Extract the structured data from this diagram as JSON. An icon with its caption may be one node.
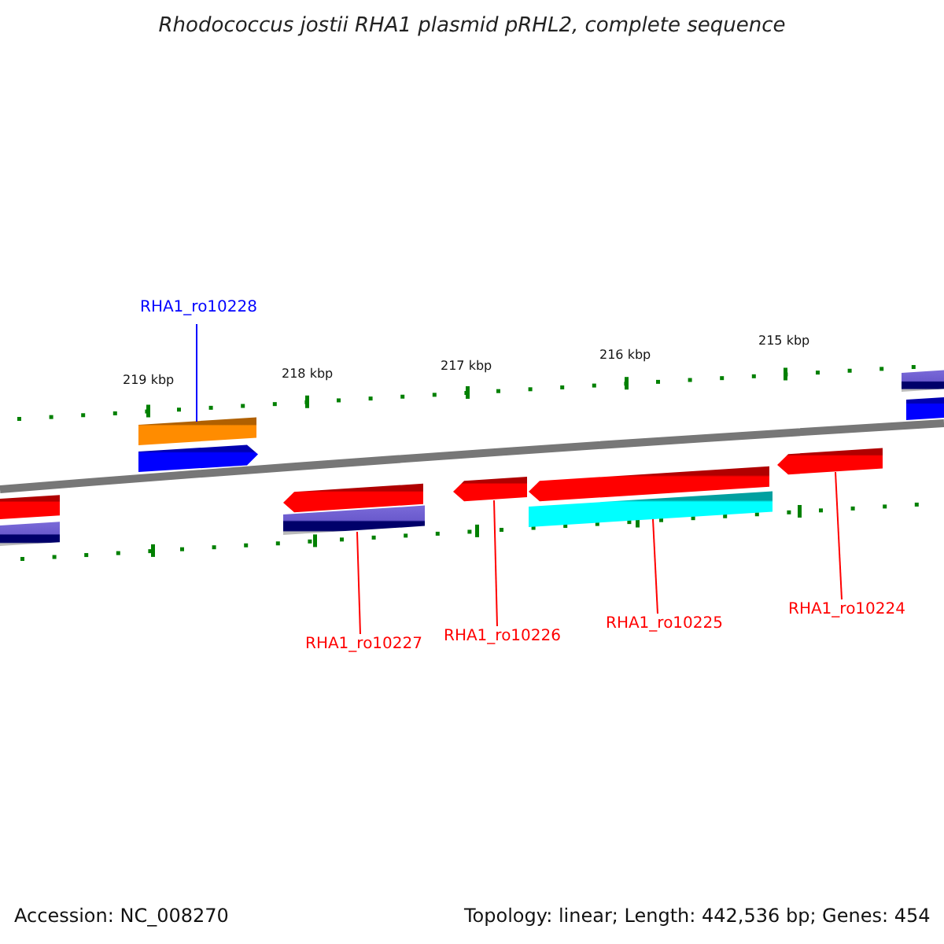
{
  "diagram": {
    "title": "Rhodococcus jostii RHA1 plasmid pRHL2, complete sequence",
    "nodes": [
      {
        "text": [
          "RHA1_ro10228"
        ]
      },
      {
        "text": [],
        "shape": "bar"
      },
      {
        "text": [
          "RHA1_ro10227"
        ]
      },
      {
        "text": [],
        "shape": "arrow"
      },
      {
        "text": [
          "RHA1_ro10226"
        ]
      },
      {
        "text": [],
        "shape": "arrow"
      },
      {
        "text": [
          "RHA1_ro10225"
        ]
      },
      {
        "text": [],
        "shape": "arrow"
      },
      {
        "text": [
          "RHA1_ro10224"
        ]
      },
      {
        "text": [],
        "shape": "arrow"
      },
      {
        "text": [],
        "shape": "arrow"
      },
      {
        "text": [],
        "shape": "bar"
      },
      {
        "text": [],
        "shape": "bar"
      },
      {
        "text": [],
        "shape": "bar"
      },
      {
        "text": [],
        "shape": "bar"
      },
      {
        "text": [],
        "shape": "bar"
      },
      {
        "text": [],
        "shape": "bar"
      }
    ],
    "edges": [
      {
        "from": 0,
        "to": 1,
        "arrow": "none",
        "color": "#0000ff"
      },
      {
        "from": 2,
        "to": 15,
        "arrow": "none"
      },
      {
        "from": 4,
        "to": 5,
        "arrow": "none"
      },
      {
        "from": 6,
        "to": 16,
        "arrow": "none"
      },
      {
        "from": 8,
        "to": 9,
        "arrow": "none"
      }
    ],
    "labels": [
      "219 kbp",
      "218 kbp",
      "217 kbp",
      "216 kbp",
      "215 kbp",
      "Accession: NC_008270",
      "Topology: linear; Length: 442,536 bp; Genes: 454"
    ]
  }
}
